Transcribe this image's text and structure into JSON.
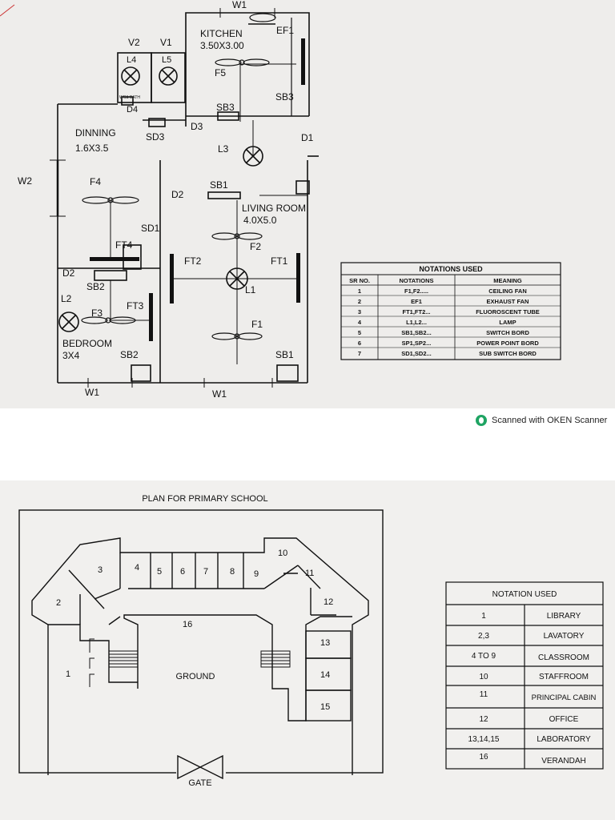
{
  "house_plan": {
    "windows": [
      "W1",
      "W2",
      "W1",
      "W1"
    ],
    "rooms": {
      "kitchen": {
        "name": "KITCHEN",
        "size": "3.50X3.00"
      },
      "dinning": {
        "name": "DINNING",
        "size": "1.6X3.5"
      },
      "living": {
        "name": "LIVING ROOM",
        "size": "4.0X5.0"
      },
      "bedroom": {
        "name": "BEDROOM",
        "size": "3X4"
      }
    },
    "ventilators": [
      "V2",
      "V1"
    ],
    "doors": [
      "D1",
      "D2",
      "D2",
      "D3",
      "D4"
    ],
    "fixtures": {
      "exhaust_fan": "EF1",
      "fans": [
        "F1",
        "F2",
        "F3",
        "F4",
        "F5"
      ],
      "tubes": [
        "FT1",
        "FT2",
        "FT3",
        "FT4"
      ],
      "lamps": [
        "L1",
        "L2",
        "L3",
        "L4",
        "L5"
      ],
      "switch_boards": [
        "SB1",
        "SB1",
        "SB2",
        "SB2",
        "SB3",
        "SB3"
      ],
      "sub_switch_boards": [
        "SD1",
        "SD3"
      ],
      "wc_bath": "WC& BATH"
    },
    "notation_table": {
      "title": "NOTATIONS USED",
      "headers": [
        "SR NO.",
        "NOTATIONS",
        "MEANING"
      ],
      "rows": [
        [
          "1",
          "F1,F2.....",
          "CEILING FAN"
        ],
        [
          "2",
          "EF1",
          "EXHAUST FAN"
        ],
        [
          "3",
          "FT1,FT2...",
          "FLUOROSCENT TUBE"
        ],
        [
          "4",
          "L1,L2...",
          "LAMP"
        ],
        [
          "5",
          "SB1,SB2...",
          "SWITCH BORD"
        ],
        [
          "6",
          "SP1,SP2...",
          "POWER POINT BORD"
        ],
        [
          "7",
          "SD1,SD2...",
          "SUB SWITCH BORD"
        ]
      ]
    }
  },
  "scanner_label": "Scanned with OKEN Scanner",
  "school_plan": {
    "title": "PLAN FOR PRIMARY SCHOOL",
    "ground": "GROUND",
    "gate": "GATE",
    "rooms": [
      "1",
      "2",
      "3",
      "4",
      "5",
      "6",
      "7",
      "8",
      "9",
      "10",
      "11",
      "12",
      "13",
      "14",
      "15",
      "16"
    ],
    "notation_table": {
      "title": "NOTATION USED",
      "rows": [
        [
          "1",
          "LIBRARY"
        ],
        [
          "2,3",
          "LAVATORY"
        ],
        [
          "4 TO 9",
          "CLASSROOM"
        ],
        [
          "10",
          "STAFFROOM"
        ],
        [
          "11",
          "PRINCIPAL CABIN"
        ],
        [
          "12",
          "OFFICE"
        ],
        [
          "13,14,15",
          "LABORATORY"
        ],
        [
          "16",
          "VERANDAH"
        ]
      ]
    }
  },
  "colors": {
    "line": "#111111",
    "paper": "#eeedeb",
    "scanner_green": "#1fa463"
  }
}
